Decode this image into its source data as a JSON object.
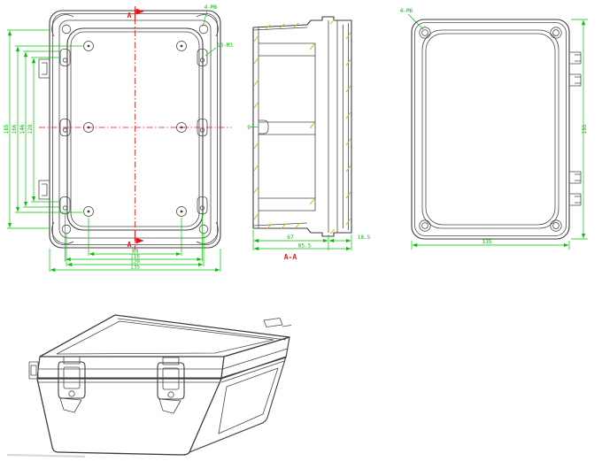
{
  "sheet": {
    "background": "#ffffff",
    "colors": {
      "outline": "#3d3d3d",
      "dimension": "#00c300",
      "centerline": "#ee1111",
      "hatch": "#ccc020",
      "shadow": "#d8d8d8"
    }
  },
  "views": {
    "back": {
      "dims_left": [
        "185",
        "166",
        "146",
        "128"
      ],
      "dims_bottom": [
        "80",
        "116",
        "120",
        "135"
      ],
      "corner_thread_label": "4-M6",
      "boss_thread_label": "10-M3",
      "section_letter_top": "A",
      "section_letter_bottom": "A"
    },
    "section": {
      "title": "A-A",
      "depth_base": "67",
      "depth_lid": "18.5",
      "depth_total": "85.5",
      "clip_height": "9"
    },
    "lid": {
      "corner_thread_label": "4-M6",
      "dim_width": "135",
      "dim_height": "195"
    }
  }
}
